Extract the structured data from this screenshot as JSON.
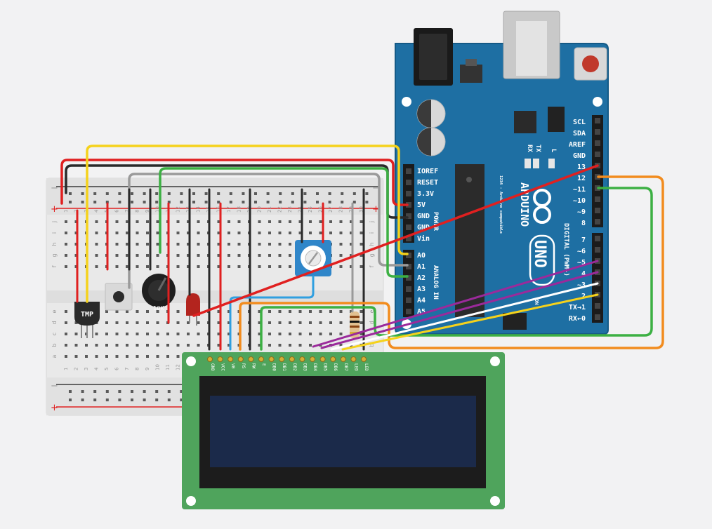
{
  "breadboard": {
    "rail_plus": "+",
    "rail_minus": "−",
    "column_numbers": [
      "1",
      "2",
      "3",
      "4",
      "5",
      "6",
      "7",
      "8",
      "9",
      "10",
      "11",
      "12",
      "13",
      "14",
      "15",
      "16",
      "17",
      "18",
      "19",
      "20",
      "21",
      "22",
      "23",
      "24",
      "25",
      "26",
      "27",
      "28",
      "29",
      "30"
    ],
    "row_letters_top": [
      "j",
      "i",
      "h",
      "g",
      "f"
    ],
    "row_letters_bottom": [
      "e",
      "d",
      "c",
      "b",
      "a"
    ]
  },
  "components": {
    "temp_sensor_label": "TMP",
    "potentiometer_label": "10K"
  },
  "arduino": {
    "brand": "ARDUINO",
    "model": "UNO",
    "power_pins": [
      "IOREF",
      "RESET",
      "3.3V",
      "5V",
      "GND",
      "GND",
      "Vin"
    ],
    "power_group_label": "POWER",
    "analog_pins": [
      "A0",
      "A1",
      "A2",
      "A3",
      "A4",
      "A5"
    ],
    "analog_group_label": "ANALOG IN",
    "top_pins": [
      "SCL",
      "SDA",
      "AREF",
      "GND",
      "13",
      "12",
      "~11",
      "~10",
      "~9",
      "8"
    ],
    "digital_pins": [
      "7",
      "~6",
      "~5",
      "4",
      "~3",
      "2",
      "TX→1",
      "RX←0"
    ],
    "digital_group_label": "DIGITAL (PWM~)",
    "tx_label": "TX",
    "rx_label": "RX",
    "l_label": "L",
    "on_label": "ON",
    "side_text": "1234 - Arduino compatible"
  },
  "lcd": {
    "pins": [
      "GND",
      "VCC",
      "V0",
      "RS",
      "RW",
      "E",
      "DB0",
      "DB1",
      "DB2",
      "DB3",
      "DB4",
      "DB5",
      "DB6",
      "DB7",
      "LED",
      "LED"
    ]
  },
  "wire_colors": {
    "red": "#e02020",
    "black": "#2a2a2a",
    "yellow": "#f5d21b",
    "green": "#3cb043",
    "orange": "#f28c1e",
    "blue": "#2f9fe0",
    "purple": "#9b2a9b",
    "white": "#ffffff",
    "gray": "#9a9a9a"
  }
}
